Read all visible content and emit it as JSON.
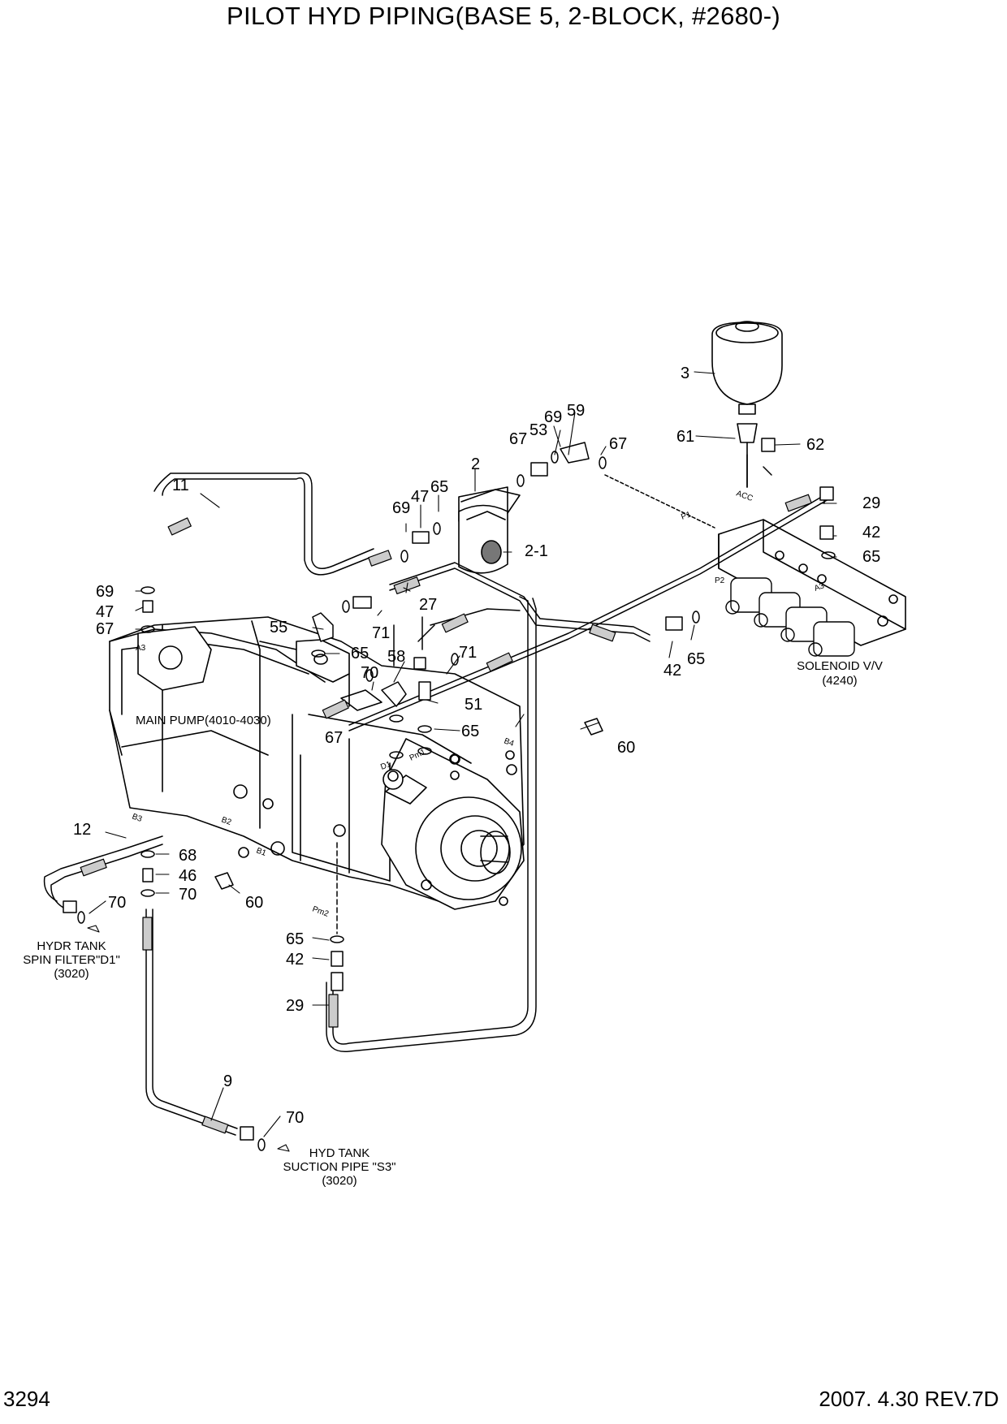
{
  "title": "PILOT HYD PIPING(BASE 5, 2-BLOCK, #2680-)",
  "page_number": "3294",
  "revision": "2007. 4.30  REV.7D",
  "notes": {
    "main_pump": "MAIN PUMP(4010-4030)",
    "solenoid_l1": "SOLENOID V/V",
    "solenoid_l2": "(4240)",
    "hydr_l1": "HYDR TANK",
    "hydr_l2": "SPIN FILTER\"D1\"",
    "hydr_l3": "(3020)",
    "suction_l1": "HYD TANK",
    "suction_l2": "SUCTION PIPE \"S3\"",
    "suction_l3": "(3020)"
  },
  "ports": {
    "a3_pump": "A3",
    "acc": "ACC",
    "p1": "P1",
    "p2": "P2",
    "a3_block": "A3",
    "b3": "B3",
    "b2": "B2",
    "b1": "B1",
    "b4": "B4",
    "d1": "D1",
    "pm1": "Pm1",
    "pm2": "Pm2"
  },
  "callouts": [
    {
      "label": "3"
    },
    {
      "label": "61"
    },
    {
      "label": "62"
    },
    {
      "label": "67"
    },
    {
      "label": "53"
    },
    {
      "label": "69"
    },
    {
      "label": "59"
    },
    {
      "label": "67"
    },
    {
      "label": "2"
    },
    {
      "label": "29"
    },
    {
      "label": "42"
    },
    {
      "label": "65"
    },
    {
      "label": "11"
    },
    {
      "label": "69"
    },
    {
      "label": "47"
    },
    {
      "label": "65"
    },
    {
      "label": "2-1"
    },
    {
      "label": "69"
    },
    {
      "label": "47"
    },
    {
      "label": "67"
    },
    {
      "label": "27"
    },
    {
      "label": "55"
    },
    {
      "label": "71"
    },
    {
      "label": "65"
    },
    {
      "label": "58"
    },
    {
      "label": "71"
    },
    {
      "label": "42"
    },
    {
      "label": "65"
    },
    {
      "label": "70"
    },
    {
      "label": "51"
    },
    {
      "label": "65"
    },
    {
      "label": "67"
    },
    {
      "label": "60"
    },
    {
      "label": "12"
    },
    {
      "label": "68"
    },
    {
      "label": "46"
    },
    {
      "label": "70"
    },
    {
      "label": "70"
    },
    {
      "label": "60"
    },
    {
      "label": "65"
    },
    {
      "label": "42"
    },
    {
      "label": "29"
    },
    {
      "label": "9"
    },
    {
      "label": "70"
    }
  ]
}
